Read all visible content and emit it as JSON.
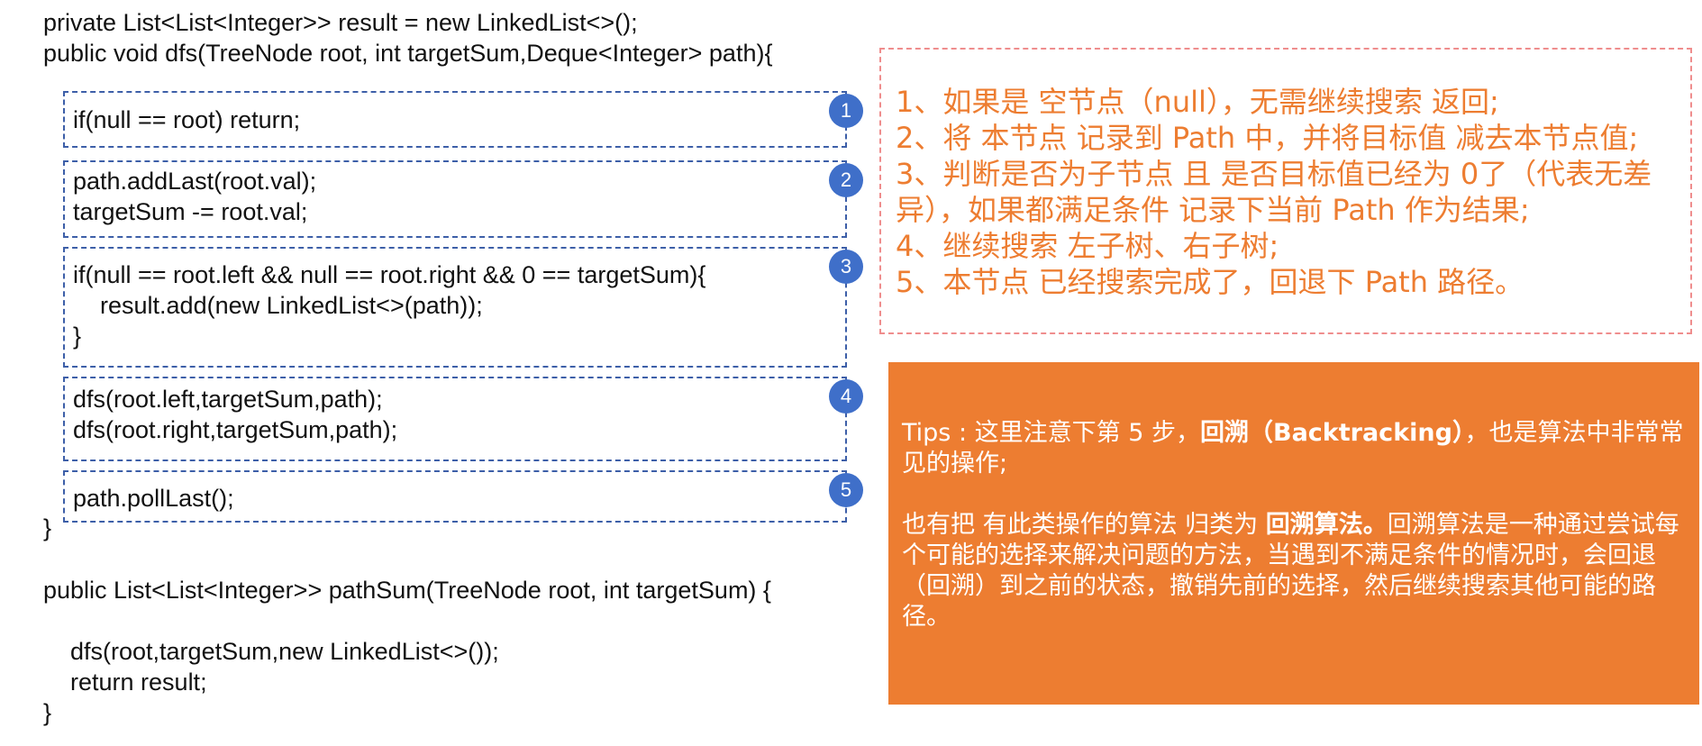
{
  "code": {
    "header": [
      "private List<List<Integer>> result = new LinkedList<>();",
      "public void dfs(TreeNode root, int targetSum,Deque<Integer> path){"
    ],
    "steps": [
      {
        "num": "1",
        "lines": [
          "if(null == root) return;"
        ]
      },
      {
        "num": "2",
        "lines": [
          "path.addLast(root.val);",
          "targetSum -= root.val;"
        ]
      },
      {
        "num": "3",
        "lines": [
          "if(null == root.left && null == root.right && 0 == targetSum){",
          "    result.add(new LinkedList<>(path));",
          "}"
        ]
      },
      {
        "num": "4",
        "lines": [
          "dfs(root.left,targetSum,path);",
          "dfs(root.right,targetSum,path);"
        ]
      },
      {
        "num": "5",
        "lines": [
          "path.pollLast();"
        ]
      }
    ],
    "dfs_close": "}",
    "footer": [
      "public List<List<Integer>> pathSum(TreeNode root, int targetSum) {",
      "",
      "    dfs(root,targetSum,new LinkedList<>());",
      "    return result;",
      "}"
    ]
  },
  "explanation": {
    "lines": [
      "1、如果是 空节点（null），无需继续搜索 返回;",
      "2、将 本节点 记录到 Path 中，并将目标值 减去本节点值;",
      "3、判断是否为子节点 且 是否目标值已经为 0了（代表无差异），如果都满足条件 记录下当前 Path 作为结果;",
      "4、继续搜索 左子树、右子树;",
      "5、本节点 已经搜索完成了，回退下 Path 路径。"
    ]
  },
  "tips": {
    "p1_prefix": "Tips : 这里注意下第 5 步，",
    "p1_bold": "回溯（Backtracking）",
    "p1_suffix": "，也是算法中非常常见的操作;",
    "p2_prefix": "也有把 有此类操作的算法 归类为 ",
    "p2_bold": "回溯算法。",
    "p2_suffix": "回溯算法是一种通过尝试每个可能的选择来解决问题的方法，当遇到不满足条件的情况时，会回退（回溯）到之前的状态，撤销先前的选择，然后继续搜索其他可能的路径。"
  },
  "colors": {
    "step_border": "#3d5fa8",
    "step_badge": "#3f6fc9",
    "explanation_text": "#ed7d31",
    "explanation_border": "#ef8d8d",
    "tips_background": "#ed7d31"
  }
}
